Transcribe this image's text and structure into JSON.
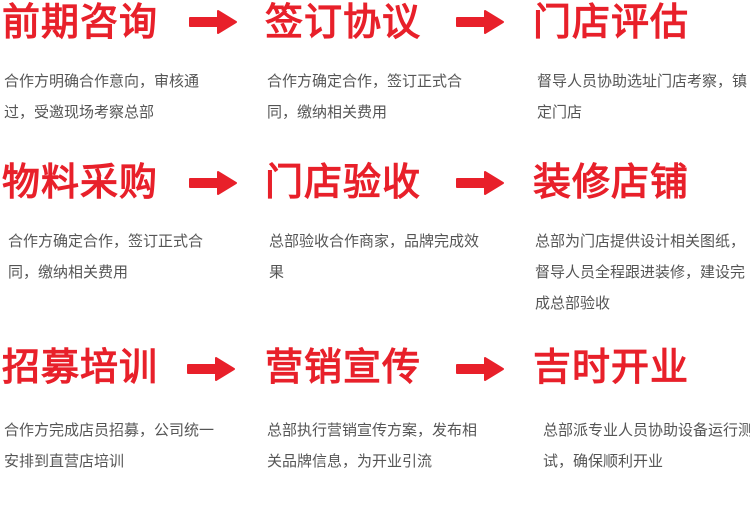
{
  "accent_color": "#e8202a",
  "steps": [
    {
      "title": "前期咨询",
      "desc": "合作方明确合作意向，审核通过，受邀现场考察总部"
    },
    {
      "title": "签订协议",
      "desc": "合作方确定合作，签订正式合同，缴纳相关费用"
    },
    {
      "title": "门店评估",
      "desc": "督导人员协助选址门店考察，镇定门店"
    },
    {
      "title": "物料采购",
      "desc": "合作方确定合作，签订正式合同，缴纳相关费用"
    },
    {
      "title": "门店验收",
      "desc": "总部验收合作商家，品牌完成效果"
    },
    {
      "title": "装修店铺",
      "desc": "总部为门店提供设计相关图纸，督导人员全程跟进装修，建设完成总部验收"
    },
    {
      "title": "招募培训",
      "desc": "合作方完成店员招募，公司统一安排到直营店培训"
    },
    {
      "title": "营销宣传",
      "desc": "总部执行营销宣传方案，发布相关品牌信息，为开业引流"
    },
    {
      "title": "吉时开业",
      "desc": "总部派专业人员协助设备运行测试，确保顺利开业"
    }
  ]
}
